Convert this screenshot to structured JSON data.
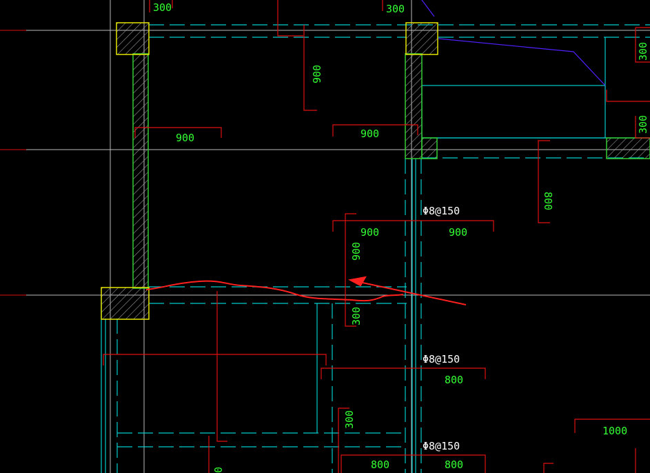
{
  "dimensions": {
    "top_left_300": "300",
    "top_mid_300": "300",
    "left_vertical_900": "900",
    "left_900": "900",
    "mid_upper_900": "900",
    "right_top_300": "300",
    "right_mid_300": "300",
    "right_vertical_800": "800",
    "center_900": "900",
    "right_of_rebar_900": "900",
    "center_vertical_900": "900",
    "center_vertical_300": "300",
    "lower_right_800": "800",
    "lower_vertical_300": "300",
    "bottom_800_a": "800",
    "bottom_800_b": "800",
    "bottom_right_1000": "1000",
    "bottom_left_partial": "0"
  },
  "rebar_labels": {
    "upper": "Φ8@150",
    "middle": "Φ8@150",
    "lower": "Φ8@150"
  },
  "colors": {
    "background": "#000000",
    "grid_line": "#bdbdbd",
    "wall_outline": "#33cc33",
    "column_outline": "#e6e600",
    "hatch": "#9a9a9a",
    "beam_dashed": "#00cccc",
    "dimension_line": "#e01010",
    "dimension_text": "#33ff33",
    "rebar_text": "#ffffff",
    "annotation": "#ff2020",
    "slope_line": "#5020ff"
  }
}
